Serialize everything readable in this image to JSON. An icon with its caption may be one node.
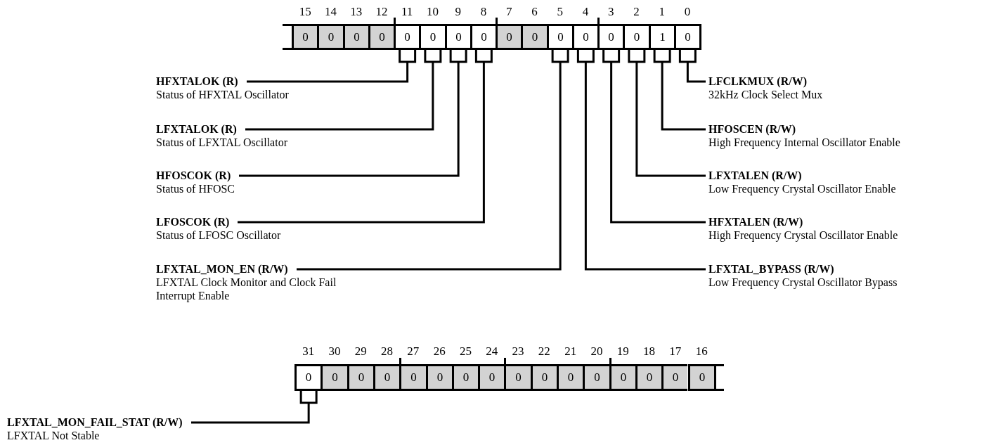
{
  "diagram": {
    "nodes": [
      {
        "text": [
          "0"
        ],
        "beside": [
          "15"
        ]
      },
      {
        "text": [
          "0"
        ],
        "beside": [
          "14"
        ]
      },
      {
        "text": [
          "0"
        ],
        "beside": [
          "13"
        ]
      },
      {
        "text": [
          "0"
        ],
        "beside": [
          "12"
        ]
      },
      {
        "text": [
          "0"
        ],
        "beside": [
          "11"
        ]
      },
      {
        "text": [
          "0"
        ],
        "beside": [
          "10"
        ]
      },
      {
        "text": [
          "0"
        ],
        "beside": [
          "9"
        ]
      },
      {
        "text": [
          "0"
        ],
        "beside": [
          "8"
        ]
      },
      {
        "text": [
          "0"
        ],
        "beside": [
          "7"
        ]
      },
      {
        "text": [
          "0"
        ],
        "beside": [
          "6"
        ]
      },
      {
        "text": [
          "0"
        ],
        "beside": [
          "5"
        ]
      },
      {
        "text": [
          "0"
        ],
        "beside": [
          "4"
        ]
      },
      {
        "text": [
          "0"
        ],
        "beside": [
          "3"
        ]
      },
      {
        "text": [
          "0"
        ],
        "beside": [
          "2"
        ]
      },
      {
        "text": [
          "1"
        ],
        "beside": [
          "1"
        ]
      },
      {
        "text": [
          "0"
        ],
        "beside": [
          "0"
        ]
      },
      {
        "text": [
          "HFXTALOK (R)",
          "Status of HFXTAL Oscillator"
        ]
      },
      {
        "text": [
          "LFXTALOK (R)",
          "Status of LFXTAL Oscillator"
        ]
      },
      {
        "text": [
          "HFOSCOK (R)",
          "Status of HFOSC"
        ]
      },
      {
        "text": [
          "LFOSCOK (R)",
          "Status of LFOSC Oscillator"
        ]
      },
      {
        "text": [
          "LFXTAL_MON_EN (R/W)",
          "LFXTAL Clock Monitor and Clock Fail Interrupt Enable"
        ]
      },
      {
        "text": [
          "LFCLKMUX (R/W)",
          "32kHz Clock Select Mux"
        ]
      },
      {
        "text": [
          "HFOSCEN (R/W)",
          "High Frequency Internal Oscillator Enable"
        ]
      },
      {
        "text": [
          "LFXTALEN (R/W)",
          "Low Frequency Crystal Oscillator Enable"
        ]
      },
      {
        "text": [
          "HFXTALEN (R/W)",
          "High Frequency Crystal Oscillator Enable"
        ]
      },
      {
        "text": [
          "LFXTAL_BYPASS (R/W)",
          "Low Frequency Crystal Oscillator Bypass"
        ]
      },
      {
        "text": [
          "0"
        ],
        "beside": [
          "31"
        ]
      },
      {
        "text": [
          "0"
        ],
        "beside": [
          "30"
        ]
      },
      {
        "text": [
          "0"
        ],
        "beside": [
          "29"
        ]
      },
      {
        "text": [
          "0"
        ],
        "beside": [
          "28"
        ]
      },
      {
        "text": [
          "0"
        ],
        "beside": [
          "27"
        ]
      },
      {
        "text": [
          "0"
        ],
        "beside": [
          "26"
        ]
      },
      {
        "text": [
          "0"
        ],
        "beside": [
          "25"
        ]
      },
      {
        "text": [
          "0"
        ],
        "beside": [
          "24"
        ]
      },
      {
        "text": [
          "0"
        ],
        "beside": [
          "23"
        ]
      },
      {
        "text": [
          "0"
        ],
        "beside": [
          "22"
        ]
      },
      {
        "text": [
          "0"
        ],
        "beside": [
          "21"
        ]
      },
      {
        "text": [
          "0"
        ],
        "beside": [
          "20"
        ]
      },
      {
        "text": [
          "0"
        ],
        "beside": [
          "19"
        ]
      },
      {
        "text": [
          "0"
        ],
        "beside": [
          "18"
        ]
      },
      {
        "text": [
          "0"
        ],
        "beside": [
          "17"
        ]
      },
      {
        "text": [
          "0"
        ],
        "beside": [
          "16"
        ]
      },
      {
        "text": [
          "LFXTAL_MON_FAIL_STAT (R/W)",
          "LFXTAL Not Stable"
        ]
      }
    ],
    "edges": [
      {
        "from": 16,
        "to": 4,
        "arrow": "none"
      },
      {
        "from": 17,
        "to": 5,
        "arrow": "none"
      },
      {
        "from": 18,
        "to": 6,
        "arrow": "none"
      },
      {
        "from": 19,
        "to": 7,
        "arrow": "none"
      },
      {
        "from": 20,
        "to": 10,
        "arrow": "none"
      },
      {
        "from": 21,
        "to": 15,
        "arrow": "none"
      },
      {
        "from": 22,
        "to": 14,
        "arrow": "none"
      },
      {
        "from": 23,
        "to": 13,
        "arrow": "none"
      },
      {
        "from": 24,
        "to": 12,
        "arrow": "none"
      },
      {
        "from": 25,
        "to": 11,
        "arrow": "none"
      },
      {
        "from": 42,
        "to": 26,
        "arrow": "none"
      }
    ]
  }
}
